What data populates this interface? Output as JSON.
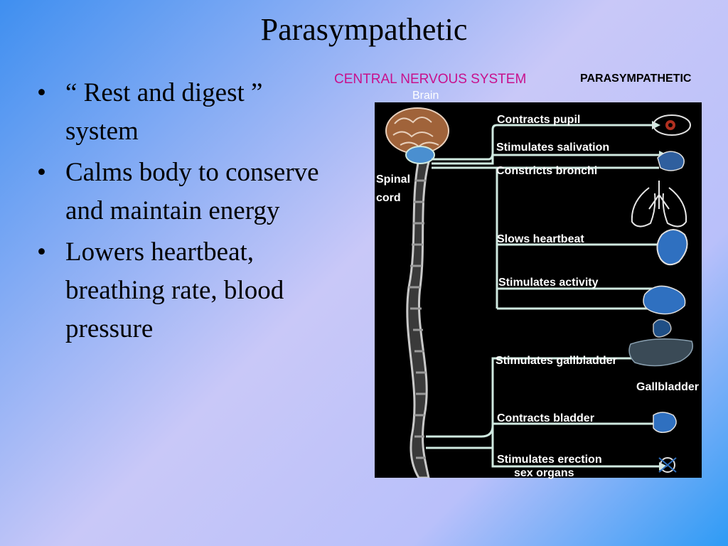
{
  "slide": {
    "title": "Parasympathetic"
  },
  "bullets": [
    "“ Rest and digest ” system",
    "Calms body to conserve and maintain energy",
    "Lowers heartbeat, breathing rate, blood pressure"
  ],
  "bullet_glyph": "•",
  "diagram": {
    "cns_label": "CENTRAL NERVOUS SYSTEM",
    "parasympathetic_label": "PARASYMPATHETIC",
    "brain_label": "Brain",
    "spinal_cord_label": [
      "Spinal",
      "cord"
    ],
    "effects": [
      "Contracts pupil",
      "Stimulates salivation",
      "Constricts bronchi",
      "Slows heartbeat",
      "Stimulates activity",
      "Stimulates gallbladder",
      "Contracts bladder",
      "Stimulates erection"
    ],
    "sex_organs_label": "sex organs",
    "gallbladder_label": "Gallbladder",
    "colors": {
      "cns_label": "#c8108c",
      "nerve": "#cfe9e0",
      "panel": "#000000",
      "brain": "#a0633a",
      "organ": "#4a8fd0"
    }
  }
}
